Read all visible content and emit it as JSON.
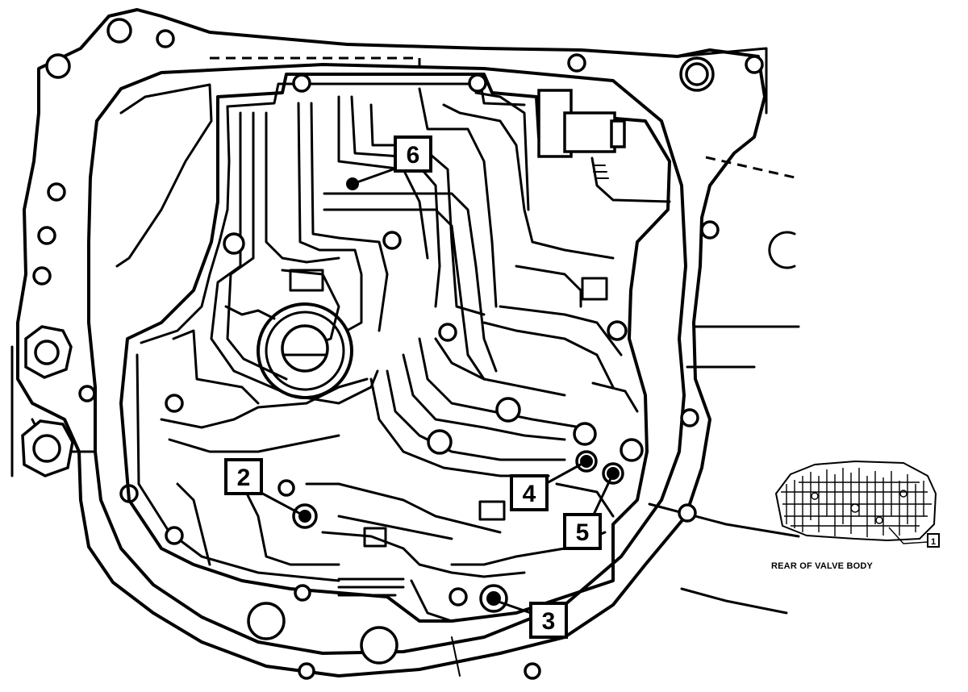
{
  "diagram": {
    "callouts": [
      {
        "id": "c6",
        "label": "6"
      },
      {
        "id": "c2",
        "label": "2"
      },
      {
        "id": "c4",
        "label": "4"
      },
      {
        "id": "c5",
        "label": "5"
      },
      {
        "id": "c3",
        "label": "3"
      }
    ],
    "inset": {
      "callout_label": "1",
      "caption": "REAR OF VALVE BODY"
    }
  }
}
